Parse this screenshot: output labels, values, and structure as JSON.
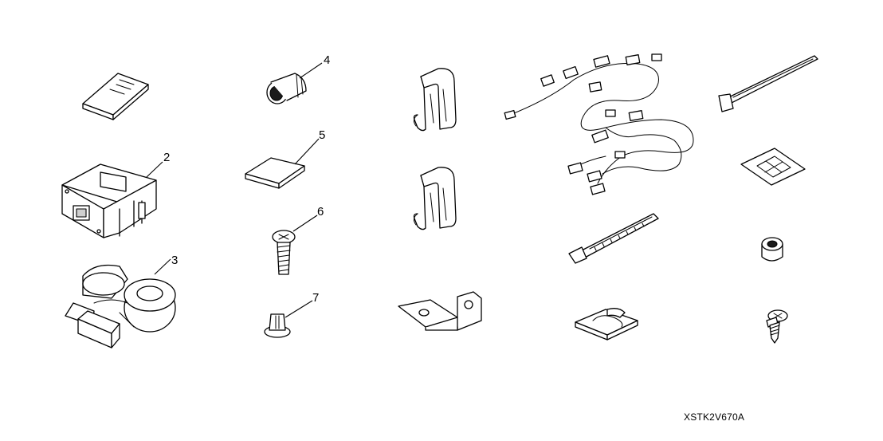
{
  "diagram": {
    "callouts": [
      "2",
      "3",
      "4",
      "5",
      "6",
      "7"
    ],
    "drawing_code": "XSTK2V670A"
  },
  "parts": [
    {
      "icon": "manual-booklet-icon"
    },
    {
      "icon": "control-unit-icon",
      "callout": "2"
    },
    {
      "icon": "buzzer-icon",
      "callout": "3"
    },
    {
      "icon": "grommet-icon",
      "callout": "4"
    },
    {
      "icon": "pad-icon",
      "callout": "5"
    },
    {
      "icon": "screw-icon",
      "callout": "6"
    },
    {
      "icon": "clip-icon",
      "callout": "7"
    },
    {
      "icon": "spring-clip-upper-icon"
    },
    {
      "icon": "spring-clip-lower-icon"
    },
    {
      "icon": "bracket-icon"
    },
    {
      "icon": "wire-harness-icon"
    },
    {
      "icon": "cable-tie-long-icon"
    },
    {
      "icon": "cable-tie-short-icon"
    },
    {
      "icon": "cable-mount-icon"
    },
    {
      "icon": "double-sided-tape-icon"
    },
    {
      "icon": "spacer-collar-icon"
    },
    {
      "icon": "tapping-screw-icon"
    }
  ]
}
